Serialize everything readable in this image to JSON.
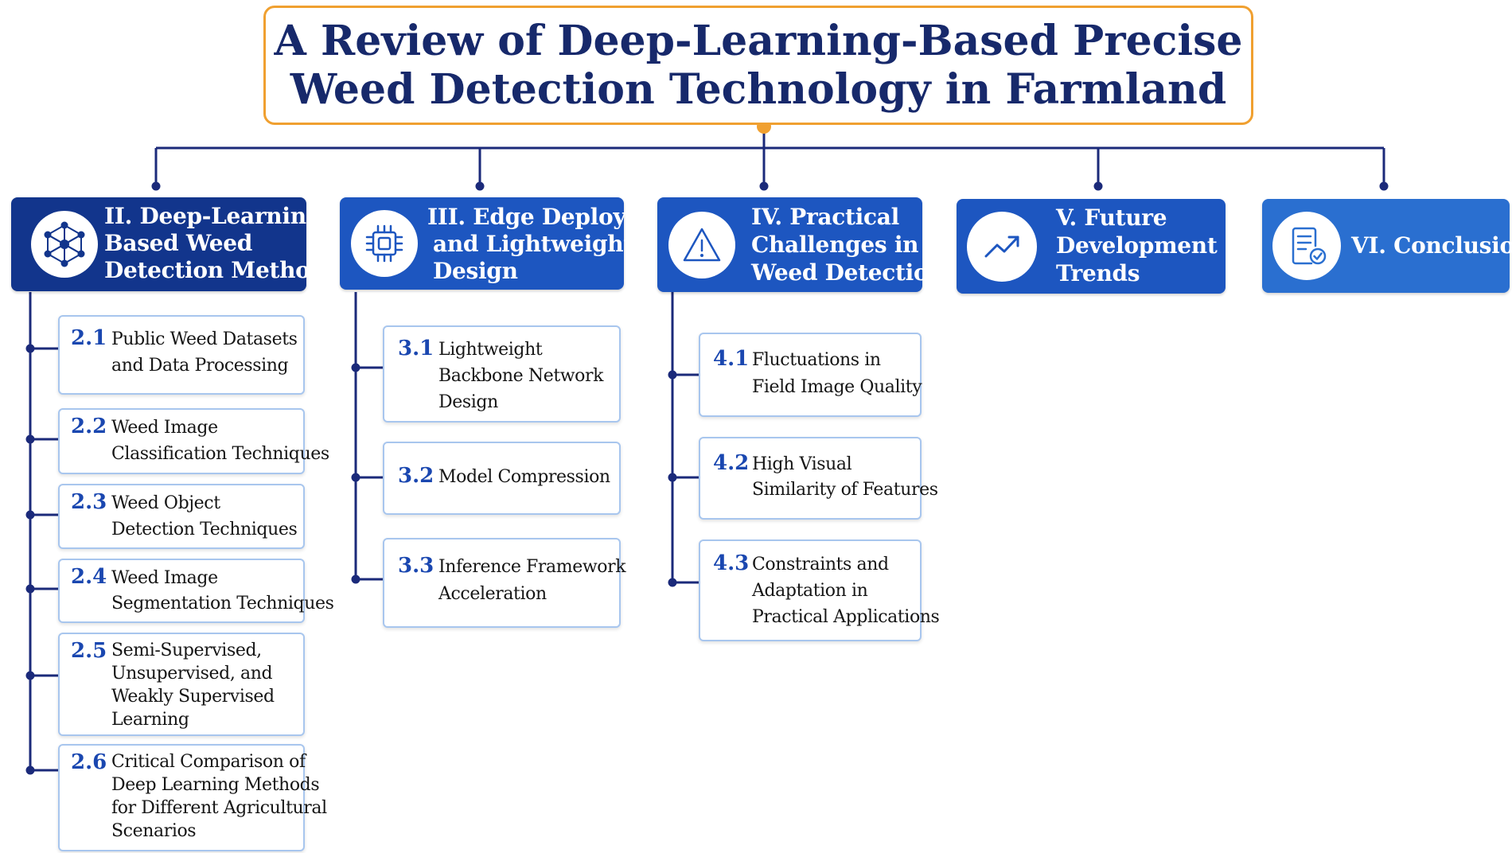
{
  "title": {
    "lines": [
      "A Review of Deep-Learning-Based Precise",
      "Weed Detection Technology in Farmland"
    ]
  },
  "colors": {
    "title_border": "#F0A030",
    "title_text": "#17296B",
    "connector": "#1B2A7A",
    "accent_dot": "#F0A030",
    "section_dark": "#12358C",
    "section_mid": "#1D56C0",
    "section_light": "#2A6FD0",
    "sub_border": "#A8C6EE",
    "sub_number": "#1A47B0"
  },
  "sections": [
    {
      "id": "sec2",
      "icon": "neural-network-icon",
      "label_lines": [
        "II. Deep-Learning-",
        "Based Weed",
        "Detection Methods"
      ],
      "subsections": [
        {
          "num": "2.1",
          "lines": [
            "Public Weed Datasets",
            "and Data Processing"
          ]
        },
        {
          "num": "2.2",
          "lines": [
            "Weed Image",
            "Classification Techniques"
          ]
        },
        {
          "num": "2.3",
          "lines": [
            "Weed Object",
            "Detection Techniques"
          ]
        },
        {
          "num": "2.4",
          "lines": [
            "Weed Image",
            "Segmentation Techniques"
          ]
        },
        {
          "num": "2.5",
          "lines": [
            "Semi-Supervised,",
            "Unsupervised, and",
            "Weakly Supervised",
            "Learning"
          ]
        },
        {
          "num": "2.6",
          "lines": [
            "Critical Comparison of",
            "Deep Learning Methods",
            "for Different Agricultural",
            "Scenarios"
          ]
        }
      ]
    },
    {
      "id": "sec3",
      "icon": "chip-icon",
      "label_lines": [
        "III. Edge Deployment",
        "and Lightweight",
        "Design"
      ],
      "subsections": [
        {
          "num": "3.1",
          "lines": [
            "Lightweight",
            "Backbone Network",
            "Design"
          ]
        },
        {
          "num": "3.2",
          "lines": [
            "Model Compression"
          ]
        },
        {
          "num": "3.3",
          "lines": [
            "Inference Framework",
            "Acceleration"
          ]
        }
      ]
    },
    {
      "id": "sec4",
      "icon": "warning-icon",
      "label_lines": [
        "IV. Practical",
        "Challenges in",
        "Weed Detection"
      ],
      "subsections": [
        {
          "num": "4.1",
          "lines": [
            "Fluctuations in",
            "Field Image Quality"
          ]
        },
        {
          "num": "4.2",
          "lines": [
            "High Visual",
            "Similarity of Features"
          ]
        },
        {
          "num": "4.3",
          "lines": [
            "Constraints and",
            "Adaptation in",
            "Practical Applications"
          ]
        }
      ]
    },
    {
      "id": "sec5",
      "icon": "trend-up-icon",
      "label_lines": [
        "V. Future",
        "Development",
        "Trends"
      ],
      "subsections": []
    },
    {
      "id": "sec6",
      "icon": "checklist-icon",
      "label_lines": [
        "VI. Conclusion"
      ],
      "subsections": []
    }
  ]
}
